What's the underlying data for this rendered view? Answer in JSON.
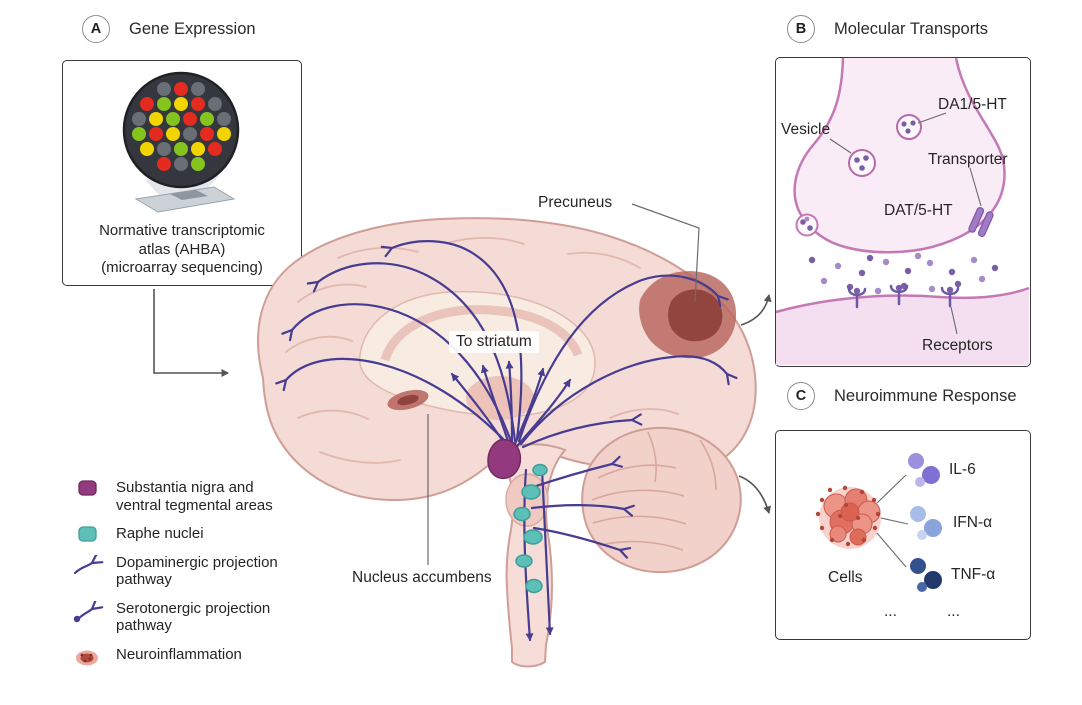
{
  "panel_a": {
    "badge": "A",
    "title": "Gene Expression",
    "caption_lines": [
      "Normative transcriptomic",
      "atlas (AHBA)",
      "(microarray sequencing)"
    ]
  },
  "brain": {
    "labels": {
      "precuneus": "Precuneus",
      "to_striatum": "To striatum",
      "nucleus_accumbens": "Nucleus accumbens"
    }
  },
  "legend": {
    "items": [
      {
        "id": "sn-vta",
        "label": "Substantia nigra and ventral tegmental areas",
        "color": "#93397d"
      },
      {
        "id": "raphe-nuclei",
        "label": "Raphe nuclei",
        "color": "#5cc0b8"
      },
      {
        "id": "dopaminergic-pathway",
        "label": "Dopaminergic projection pathway",
        "color": "#473c91"
      },
      {
        "id": "serotonergic-pathway",
        "label": "Serotonergic projection pathway",
        "color": "#473c91"
      },
      {
        "id": "neuroinflammation",
        "label": "Neuroinflammation",
        "color": "#b04a3e"
      }
    ]
  },
  "panel_b": {
    "badge": "B",
    "title": "Molecular Transports",
    "labels": {
      "vesicle": "Vesicle",
      "da1_5ht": "DA1/5-HT",
      "transporter": "Transporter",
      "dat_5ht": "DAT/5-HT",
      "receptors": "Receptors"
    }
  },
  "panel_c": {
    "badge": "C",
    "title": "Neuroimmune Response",
    "labels": {
      "cells": "Cells",
      "il6": "IL-6",
      "ifn_alpha": "IFN-α",
      "tnf_alpha": "TNF-α",
      "ellipsis_1": "...",
      "ellipsis_2": "..."
    }
  },
  "palette": {
    "brain_fill": "#f4dbd6",
    "brain_stroke": "#cf9e96",
    "pathway_purple": "#473c91",
    "synapse_pink": "#c478b5",
    "inflammation_red": "#b5625a",
    "raphe_teal": "#5cc0b8",
    "sn_vta_purple": "#93397d",
    "arrow_gray": "#555555"
  }
}
